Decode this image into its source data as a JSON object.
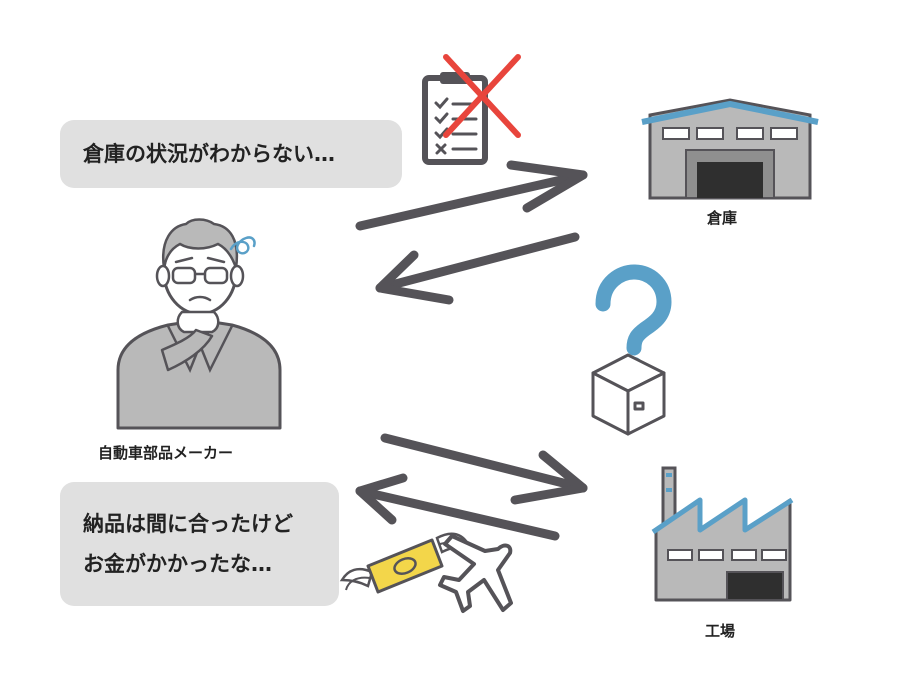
{
  "bubbles": {
    "warehouse_concern": "倉庫の状況がわからない…",
    "delivery_line1": "納品は間に合ったけど",
    "delivery_line2": "お金がかかったな…"
  },
  "labels": {
    "warehouse": "倉庫",
    "factory": "工場",
    "maker": "自動車部品メーカー"
  },
  "colors": {
    "arrow": "#555358",
    "bubble": "#e0e0e0",
    "accent_blue": "#5aa0c8",
    "cross_red": "#e8453c",
    "money_yellow": "#f3d64a",
    "building_gray": "#b9b9b9"
  }
}
